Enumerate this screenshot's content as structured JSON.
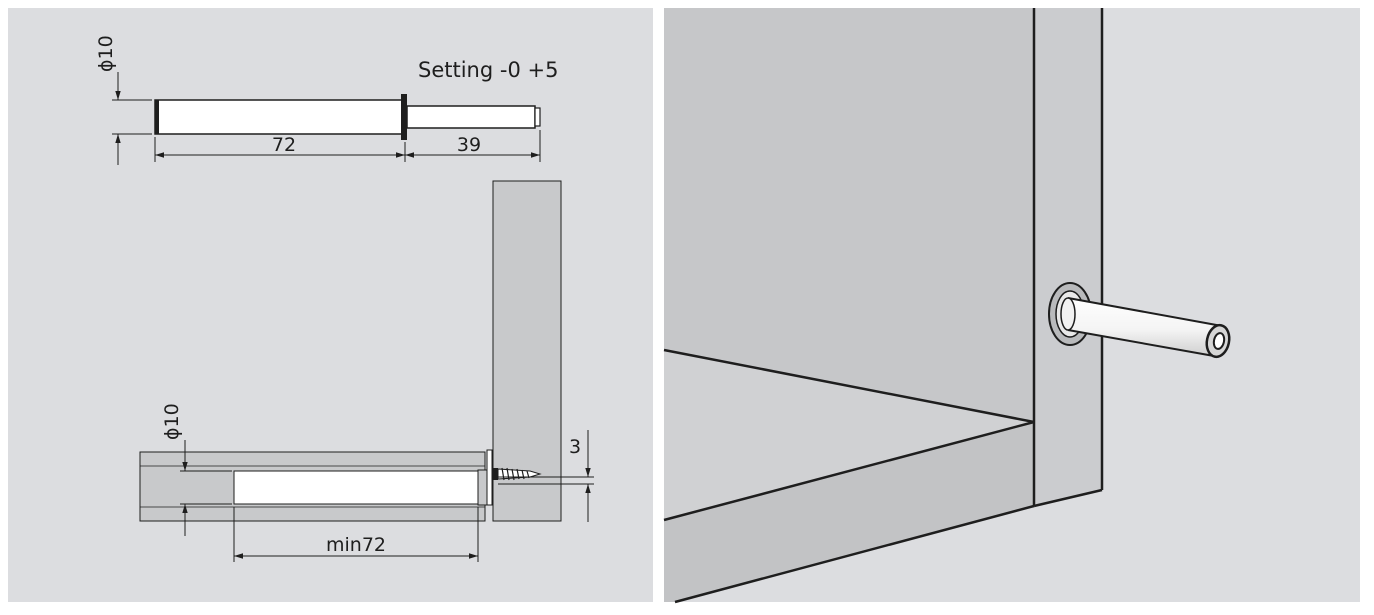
{
  "top_drawing": {
    "setting_label": "Setting -0  +5",
    "diameter_label": "ϕ10",
    "body_length": "72",
    "stroke_length": "39"
  },
  "bottom_drawing": {
    "diameter_label": "ϕ10",
    "min_depth_label": "min72",
    "offset_label": "3"
  },
  "colors": {
    "panel_bg": "#dcdde0",
    "wood": "#c8c9cb",
    "line": "#1e1e1e",
    "part_fill": "#ffffff"
  }
}
